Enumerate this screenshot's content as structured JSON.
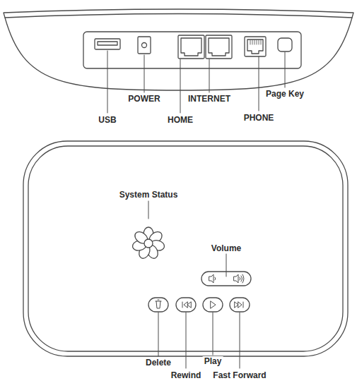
{
  "diagram": {
    "labels": [
      "POWER",
      "INTERNET",
      "Page Key",
      "USB",
      "HOME",
      "PHONE",
      "System Status",
      "Volume",
      "Delete",
      "Rewind",
      "Play",
      "Fast Forward"
    ]
  }
}
